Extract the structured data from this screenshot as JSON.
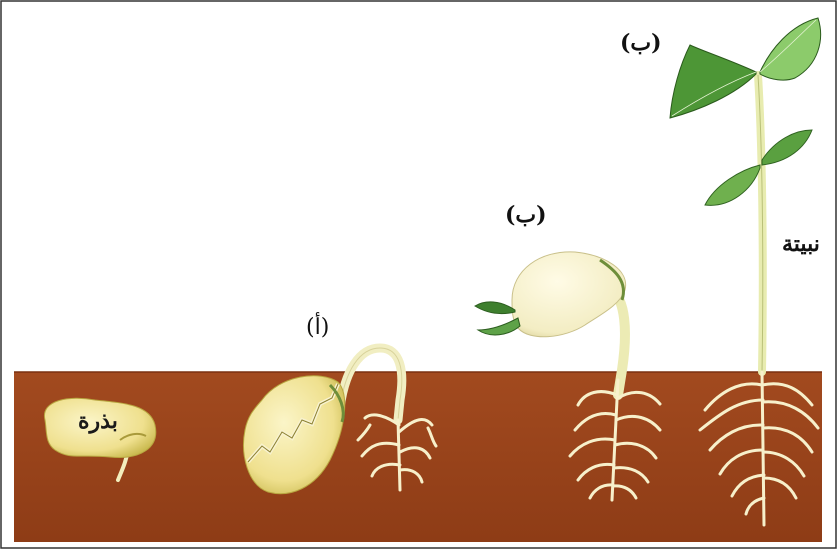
{
  "labels": {
    "seed": "بذرة",
    "stage_a": "(أ)",
    "stage_b1": "(ب)",
    "stage_b2": "(ب)",
    "seedling": "نبيتة"
  },
  "colors": {
    "soil": "#a0471d",
    "soil_dark": "#8a3a15",
    "seed": "#f3e9a0",
    "seed_shadow": "#c9b84d",
    "stem": "#ecebb4",
    "root": "#f6eec6",
    "leaf": "#4f9a3a",
    "leaf_light": "#a9d58a",
    "frame": "#333333"
  }
}
